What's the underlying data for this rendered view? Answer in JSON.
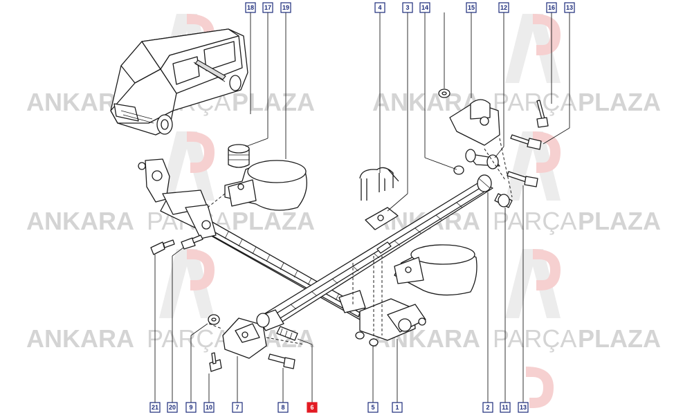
{
  "watermark": {
    "word1": "ANKARA",
    "word2": "PARÇA",
    "word3": "PLAZA"
  },
  "callouts_top": [
    "18",
    "17",
    "19",
    "4",
    "3",
    "14",
    "15",
    "12",
    "16",
    "13"
  ],
  "callouts_bottom": [
    "21",
    "20",
    "9",
    "10",
    "7",
    "8",
    "6",
    "5",
    "1",
    "2",
    "11",
    "13"
  ],
  "highlighted_callout": "6",
  "colors": {
    "callout_border": "#1a2a7a",
    "highlight": "#e31b23",
    "watermark": "#d4d4d4"
  }
}
